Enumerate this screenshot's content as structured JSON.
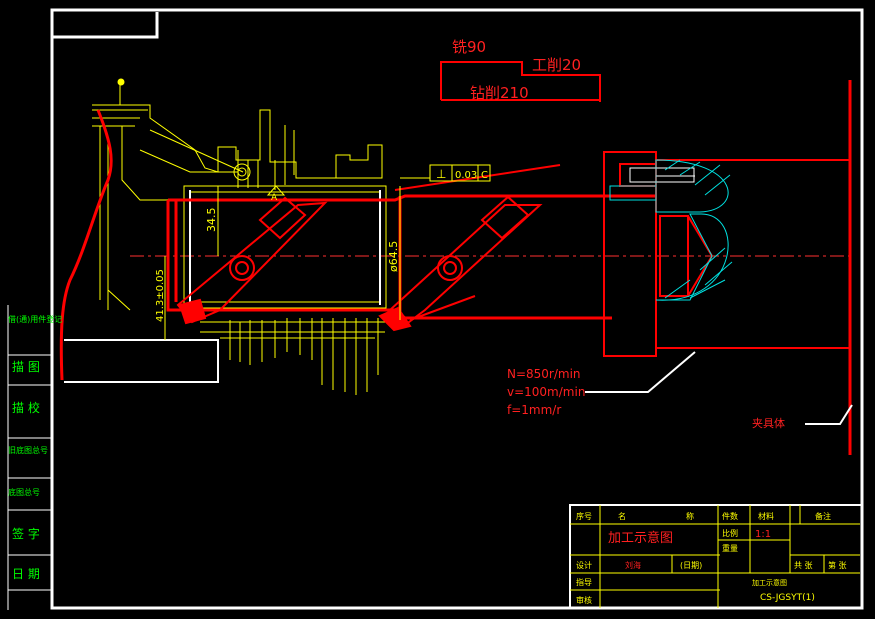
{
  "drawing": {
    "colors": {
      "frame": "#ffffff",
      "part": "#ff0000",
      "outline": "#ffff00",
      "dimension": "#ffff00",
      "hatch": "#00ffff",
      "side_text": "#00ff00",
      "centerline": "#ff0000"
    },
    "top_dims": {
      "d1": "铣90",
      "d2": "工削20",
      "d3": "钻削210"
    },
    "dims": {
      "d345": "34.5",
      "d645": "ø64.5",
      "d413": "41.3±0.05",
      "tol_symbol": "⊥",
      "tol_value": "0.03",
      "tol_ref": "C",
      "datum": "A"
    },
    "cut_params": [
      "N=850r/min",
      "v=100m/min",
      "f=1mm/r"
    ],
    "fixture_label": "夹具体"
  },
  "side_strip": [
    "借(通)用件登记",
    "描 图",
    "描 校",
    "旧底图总号",
    "底图总号",
    "签 字",
    "日 期"
  ],
  "title_block": {
    "header": [
      "序号",
      "名",
      "称",
      "件数",
      "材料",
      "备注"
    ],
    "part_name": "加工示意图",
    "labels": {
      "scale": "比例",
      "scale_value": "1:1",
      "weight": "重量",
      "design": "设计",
      "designer": "刘海",
      "date": "(日期)",
      "check": "指导",
      "approve": "审核",
      "sheet": "共 张",
      "page": "第 张"
    },
    "drawing_name": "加工示意图",
    "drawing_code": "CS-JGSYT(1)"
  }
}
